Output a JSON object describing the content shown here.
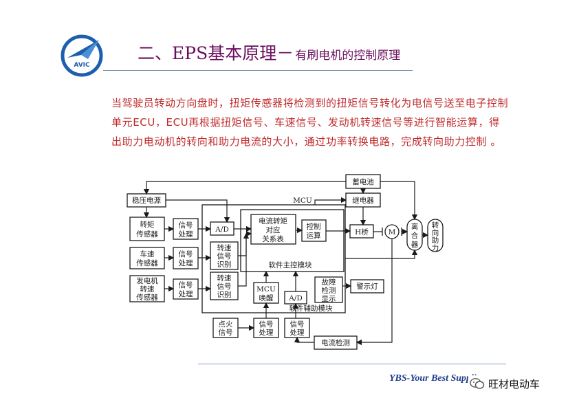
{
  "header": {
    "logo_text": "AVIC",
    "title_main": "二、EPS基本原理－",
    "title_sub": "有刷电机的控制原理"
  },
  "intro": {
    "paragraph": "当驾驶员转动方向盘时，扭矩传感器将检测到的扭矩信号转化为电信号送至电子控制单元ECU，ECU再根据扭矩信号、车速信号、发动机转速信号等进行智能运算，得出助力电动机的转向和助力电流的大小，通过功率转换电路，完成转向助力控制 。"
  },
  "diagram": {
    "blocks": {
      "battery": "蓄电池",
      "regulator": "稳压电源",
      "mcu_label": "MCU",
      "relay": "继电器",
      "torque_sensor": [
        "转矩",
        "传感器"
      ],
      "signal_proc_1": [
        "信号",
        "处理"
      ],
      "adc_1": "A/D",
      "lookup_table": [
        "电流转矩",
        "对应",
        "关系表"
      ],
      "control_calc": [
        "控制",
        "运算"
      ],
      "h_bridge": "H桥",
      "motor": "M",
      "clutch": [
        "离",
        "合",
        "器"
      ],
      "steering_assist": [
        "转",
        "向",
        "助",
        "力"
      ],
      "speed_sensor": [
        "车速",
        "传感器"
      ],
      "signal_proc_2": [
        "信号",
        "处理"
      ],
      "speed_recog_1": [
        "转速",
        "信号",
        "识别"
      ],
      "main_module": "软件主控模块",
      "engine_sensor": [
        "发电机",
        "转速",
        "传感器"
      ],
      "signal_proc_3": [
        "信号",
        "处理"
      ],
      "speed_recog_2": [
        "转速",
        "信号",
        "识别"
      ],
      "mcu_wake": [
        "MCU",
        "唤醒"
      ],
      "adc_2": "A/D",
      "fault_detect": [
        "故障",
        "检测",
        "显示"
      ],
      "warning_lamp": "警示灯",
      "aux_module": "软件辅助模块",
      "ignition": [
        "点火",
        "信号"
      ],
      "signal_proc_4": [
        "信号",
        "处理"
      ],
      "signal_proc_5": [
        "信号",
        "处理"
      ],
      "current_detect": "电流检测"
    }
  },
  "footer": {
    "slogan": "YBS-Your Best Supplier",
    "wechat_name": "旺材电动车"
  },
  "colors": {
    "title": "#6a0d5e",
    "body_text": "#c0282a",
    "rule": "#7d8fb8",
    "footer_text": "#1e3a8a",
    "logo_blue": "#1d5fae"
  }
}
